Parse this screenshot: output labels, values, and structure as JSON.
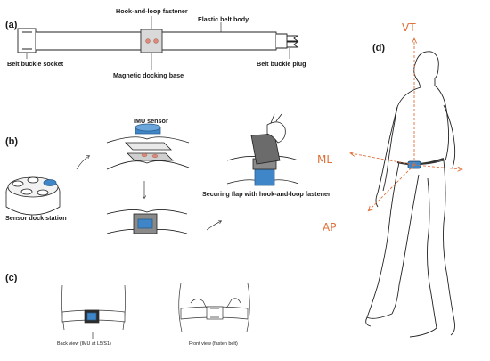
{
  "panel_a": {
    "label": "(a)",
    "hook_loop": "Hook-and-loop fastener",
    "elastic_body": "Elastic belt body",
    "buckle_socket": "Belt buckle socket",
    "magnetic_base": "Magnetic docking base",
    "buckle_plug": "Belt buckle plug"
  },
  "panel_b": {
    "label": "(b)",
    "imu_sensor": "IMU sensor",
    "dock_station": "Sensor dock station",
    "securing_flap": "Securing flap with hook-and-loop fastener"
  },
  "panel_c": {
    "label": "(c)",
    "back_view": "Back view (IMU at L5/S1)",
    "front_view": "Front view (fasten belt)"
  },
  "panel_d": {
    "label": "(d)",
    "axis_vt": "VT",
    "axis_ml": "ML",
    "axis_ap": "AP"
  },
  "colors": {
    "sensor_blue": "#3f86c8",
    "axis_orange": "#e0703a",
    "pad": "#b9b9b9",
    "dots": "#d98a7a"
  }
}
